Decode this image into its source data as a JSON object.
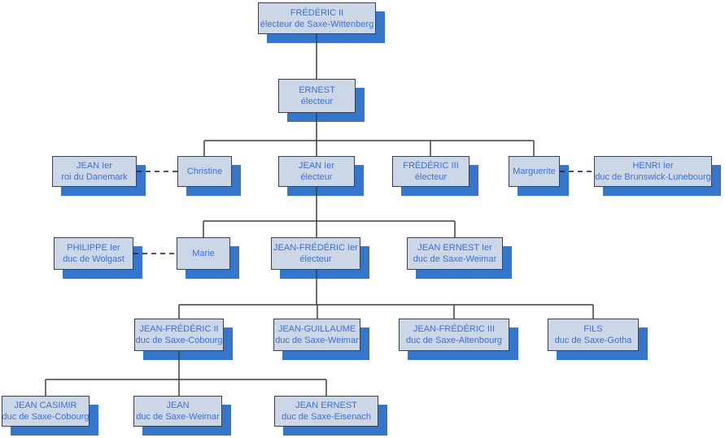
{
  "colors": {
    "box-fill": "#cbd7e6",
    "box-border": "#38414f",
    "shadow": "#3376cc",
    "text": "#3e6fd3",
    "line": "#3f3f3f",
    "dashed-line": "#1c1c1c"
  },
  "nodes": {
    "frederic_ii": {
      "name": "FRÉDÉRIC II",
      "title": "électeur de Saxe-Wittenberg"
    },
    "ernest": {
      "name": "ERNEST",
      "title": "électeur"
    },
    "jean_ier_danemark": {
      "name": "JEAN Ier",
      "title": "roi du Danemark"
    },
    "christine": {
      "name": "Christine"
    },
    "jean_ier": {
      "name": "JEAN Ier",
      "title": "électeur"
    },
    "frederic_iii": {
      "name": "FRÉDÉRIC III",
      "title": "électeur"
    },
    "marguerite": {
      "name": "Marguerite"
    },
    "henri_ier": {
      "name": "HENRI Ier",
      "title": "duc de Brunswick-Lunebourg"
    },
    "philippe_ier": {
      "name": "PHILIPPE Ier",
      "title": "duc de Wolgast"
    },
    "marie": {
      "name": "Marie"
    },
    "jean_frederic_ier": {
      "name": "JEAN-FRÉDÉRIC Ier",
      "title": "électeur"
    },
    "jean_ernest_ier": {
      "name": "JEAN ERNEST Ier",
      "title": "duc de Saxe-Weimar"
    },
    "jean_frederic_ii": {
      "name": "JEAN-FRÉDÉRIC II",
      "title": "duc de Saxe-Cobourg"
    },
    "jean_guillaume": {
      "name": "JEAN-GUILLAUME",
      "title": "duc de Saxe-Weimar"
    },
    "jean_frederic_iii": {
      "name": "JEAN-FRÉDÉRIC III",
      "title": "duc de Saxe-Altenbourg"
    },
    "fils": {
      "name": "FILS",
      "title": "duc de Saxe-Gotha"
    },
    "jean_casimir": {
      "name": "JEAN CASIMIR",
      "title": "duc de Saxe-Cobourg"
    },
    "jean": {
      "name": "JEAN",
      "title": "duc de Saxe-Weimar"
    },
    "jean_ernest": {
      "name": "JEAN ERNEST",
      "title": "duc de Saxe-Eisenach"
    }
  },
  "relations": {
    "parent_child": [
      {
        "parent": "frederic_ii",
        "children": [
          "ernest"
        ]
      },
      {
        "parent": "ernest",
        "children": [
          "christine",
          "jean_ier",
          "frederic_iii",
          "marguerite"
        ]
      },
      {
        "parent": "jean_ier",
        "children": [
          "marie",
          "jean_frederic_ier",
          "jean_ernest_ier"
        ]
      },
      {
        "parent": "jean_frederic_ier",
        "children": [
          "jean_frederic_ii",
          "jean_guillaume",
          "jean_frederic_iii",
          "fils"
        ]
      },
      {
        "parent": "jean_frederic_ii",
        "children": [
          "jean_casimir",
          "jean",
          "jean_ernest"
        ]
      }
    ],
    "marriages": [
      {
        "a": "jean_ier_danemark",
        "b": "christine"
      },
      {
        "a": "marguerite",
        "b": "henri_ier"
      },
      {
        "a": "philippe_ier",
        "b": "marie"
      }
    ]
  }
}
